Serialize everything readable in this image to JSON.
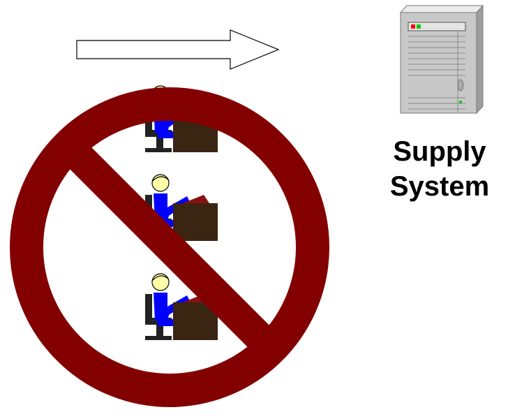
{
  "diagram": {
    "label_lines": [
      "Supply",
      "System"
    ],
    "arrow_direction": "right",
    "icons": {
      "arrow": "right-arrow-icon",
      "server": "server-tower-icon",
      "worker": "office-worker-at-desk-icon",
      "prohibition": "no-symbol-icon"
    },
    "worker_count": 3
  },
  "colors": {
    "prohibition": "#830000",
    "worker_body": "#0000ff",
    "worker_head": "#ffffa8",
    "desk": "#3a2412",
    "chair": "#222222",
    "terminal": "#8b1010",
    "server_body": "#c8c8c8",
    "led_red": "#ff0000",
    "led_green": "#00cc00"
  }
}
